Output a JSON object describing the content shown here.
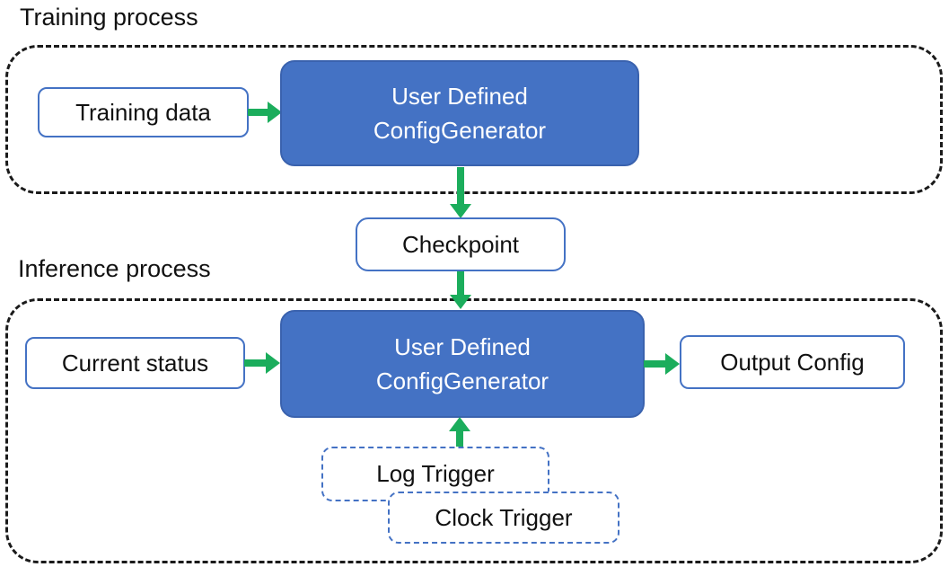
{
  "sections": {
    "training": {
      "label": "Training process"
    },
    "inference": {
      "label": "Inference process"
    }
  },
  "nodes": {
    "training_data": {
      "label": "Training data"
    },
    "generator_training": {
      "line1": "User Defined",
      "line2": "ConfigGenerator"
    },
    "checkpoint": {
      "label": "Checkpoint"
    },
    "current_status": {
      "label": "Current status"
    },
    "generator_inference": {
      "line1": "User Defined",
      "line2": "ConfigGenerator"
    },
    "output_config": {
      "label": "Output Config"
    },
    "log_trigger": {
      "label": "Log Trigger"
    },
    "clock_trigger": {
      "label": "Clock Trigger"
    }
  },
  "edges": [
    {
      "from": "training_data",
      "to": "generator_training",
      "direction": "right"
    },
    {
      "from": "generator_training",
      "to": "checkpoint",
      "direction": "down"
    },
    {
      "from": "checkpoint",
      "to": "generator_inference",
      "direction": "down"
    },
    {
      "from": "current_status",
      "to": "generator_inference",
      "direction": "right"
    },
    {
      "from": "generator_inference",
      "to": "output_config",
      "direction": "right"
    },
    {
      "from": "log_trigger",
      "to": "generator_inference",
      "direction": "up"
    }
  ],
  "colors": {
    "accent_blue": "#4472C4",
    "node_fill": "#4472C4",
    "node_border_dark": "#3A62AE",
    "arrow_green": "#1BAD5C",
    "text_dark": "#111111",
    "text_light": "#FFFFFF"
  }
}
